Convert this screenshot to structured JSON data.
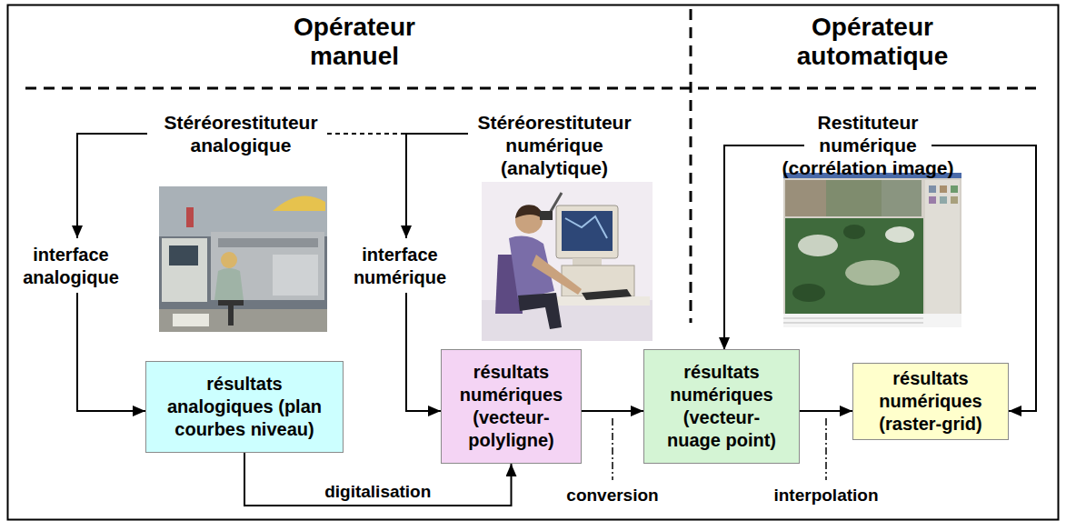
{
  "diagram": {
    "nodes": [
      {
        "text": [
          "résultats analogiques (plan courbes niveau)"
        ]
      },
      {
        "text": [
          "résultats numériques (vecteur- polyligne)"
        ]
      },
      {
        "text": [
          "résultats numériques (vecteur- nuage point)"
        ]
      },
      {
        "text": [
          "résultats numériques (raster-grid)"
        ]
      }
    ],
    "edges": [
      {
        "from": 0,
        "to": 1,
        "arrow": "to",
        "label": "digitalisation"
      },
      {
        "from": 1,
        "to": 2,
        "arrow": "to",
        "label": "conversion"
      },
      {
        "from": 2,
        "to": 3,
        "arrow": "to",
        "label": "interpolation"
      }
    ],
    "labels": [
      "Opérateur manuel",
      "Opérateur automatique",
      "Stéréorestituteur analogique",
      "Stéréorestituteur numérique (analytique)",
      "Restituteur numérique (corrélation image)",
      "interface analogique",
      "interface numérique"
    ]
  }
}
